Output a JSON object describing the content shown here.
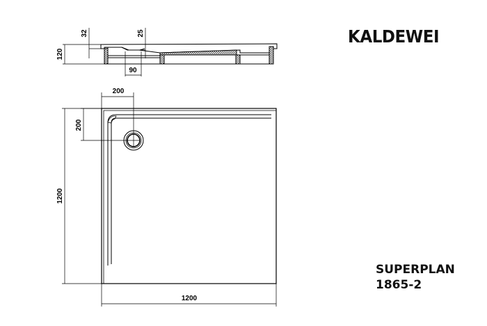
{
  "brand": {
    "logo": "KALDEWEI"
  },
  "product": {
    "name": "SUPERPLAN",
    "model": "1865-2"
  },
  "section_view": {
    "dims": {
      "height": "120",
      "rim_depth": "32",
      "drain_depth": "25",
      "drain_width": "90"
    }
  },
  "plan_view": {
    "dims": {
      "drain_offset_x": "200",
      "drain_offset_y": "200",
      "length": "1200",
      "width": "1200"
    }
  }
}
